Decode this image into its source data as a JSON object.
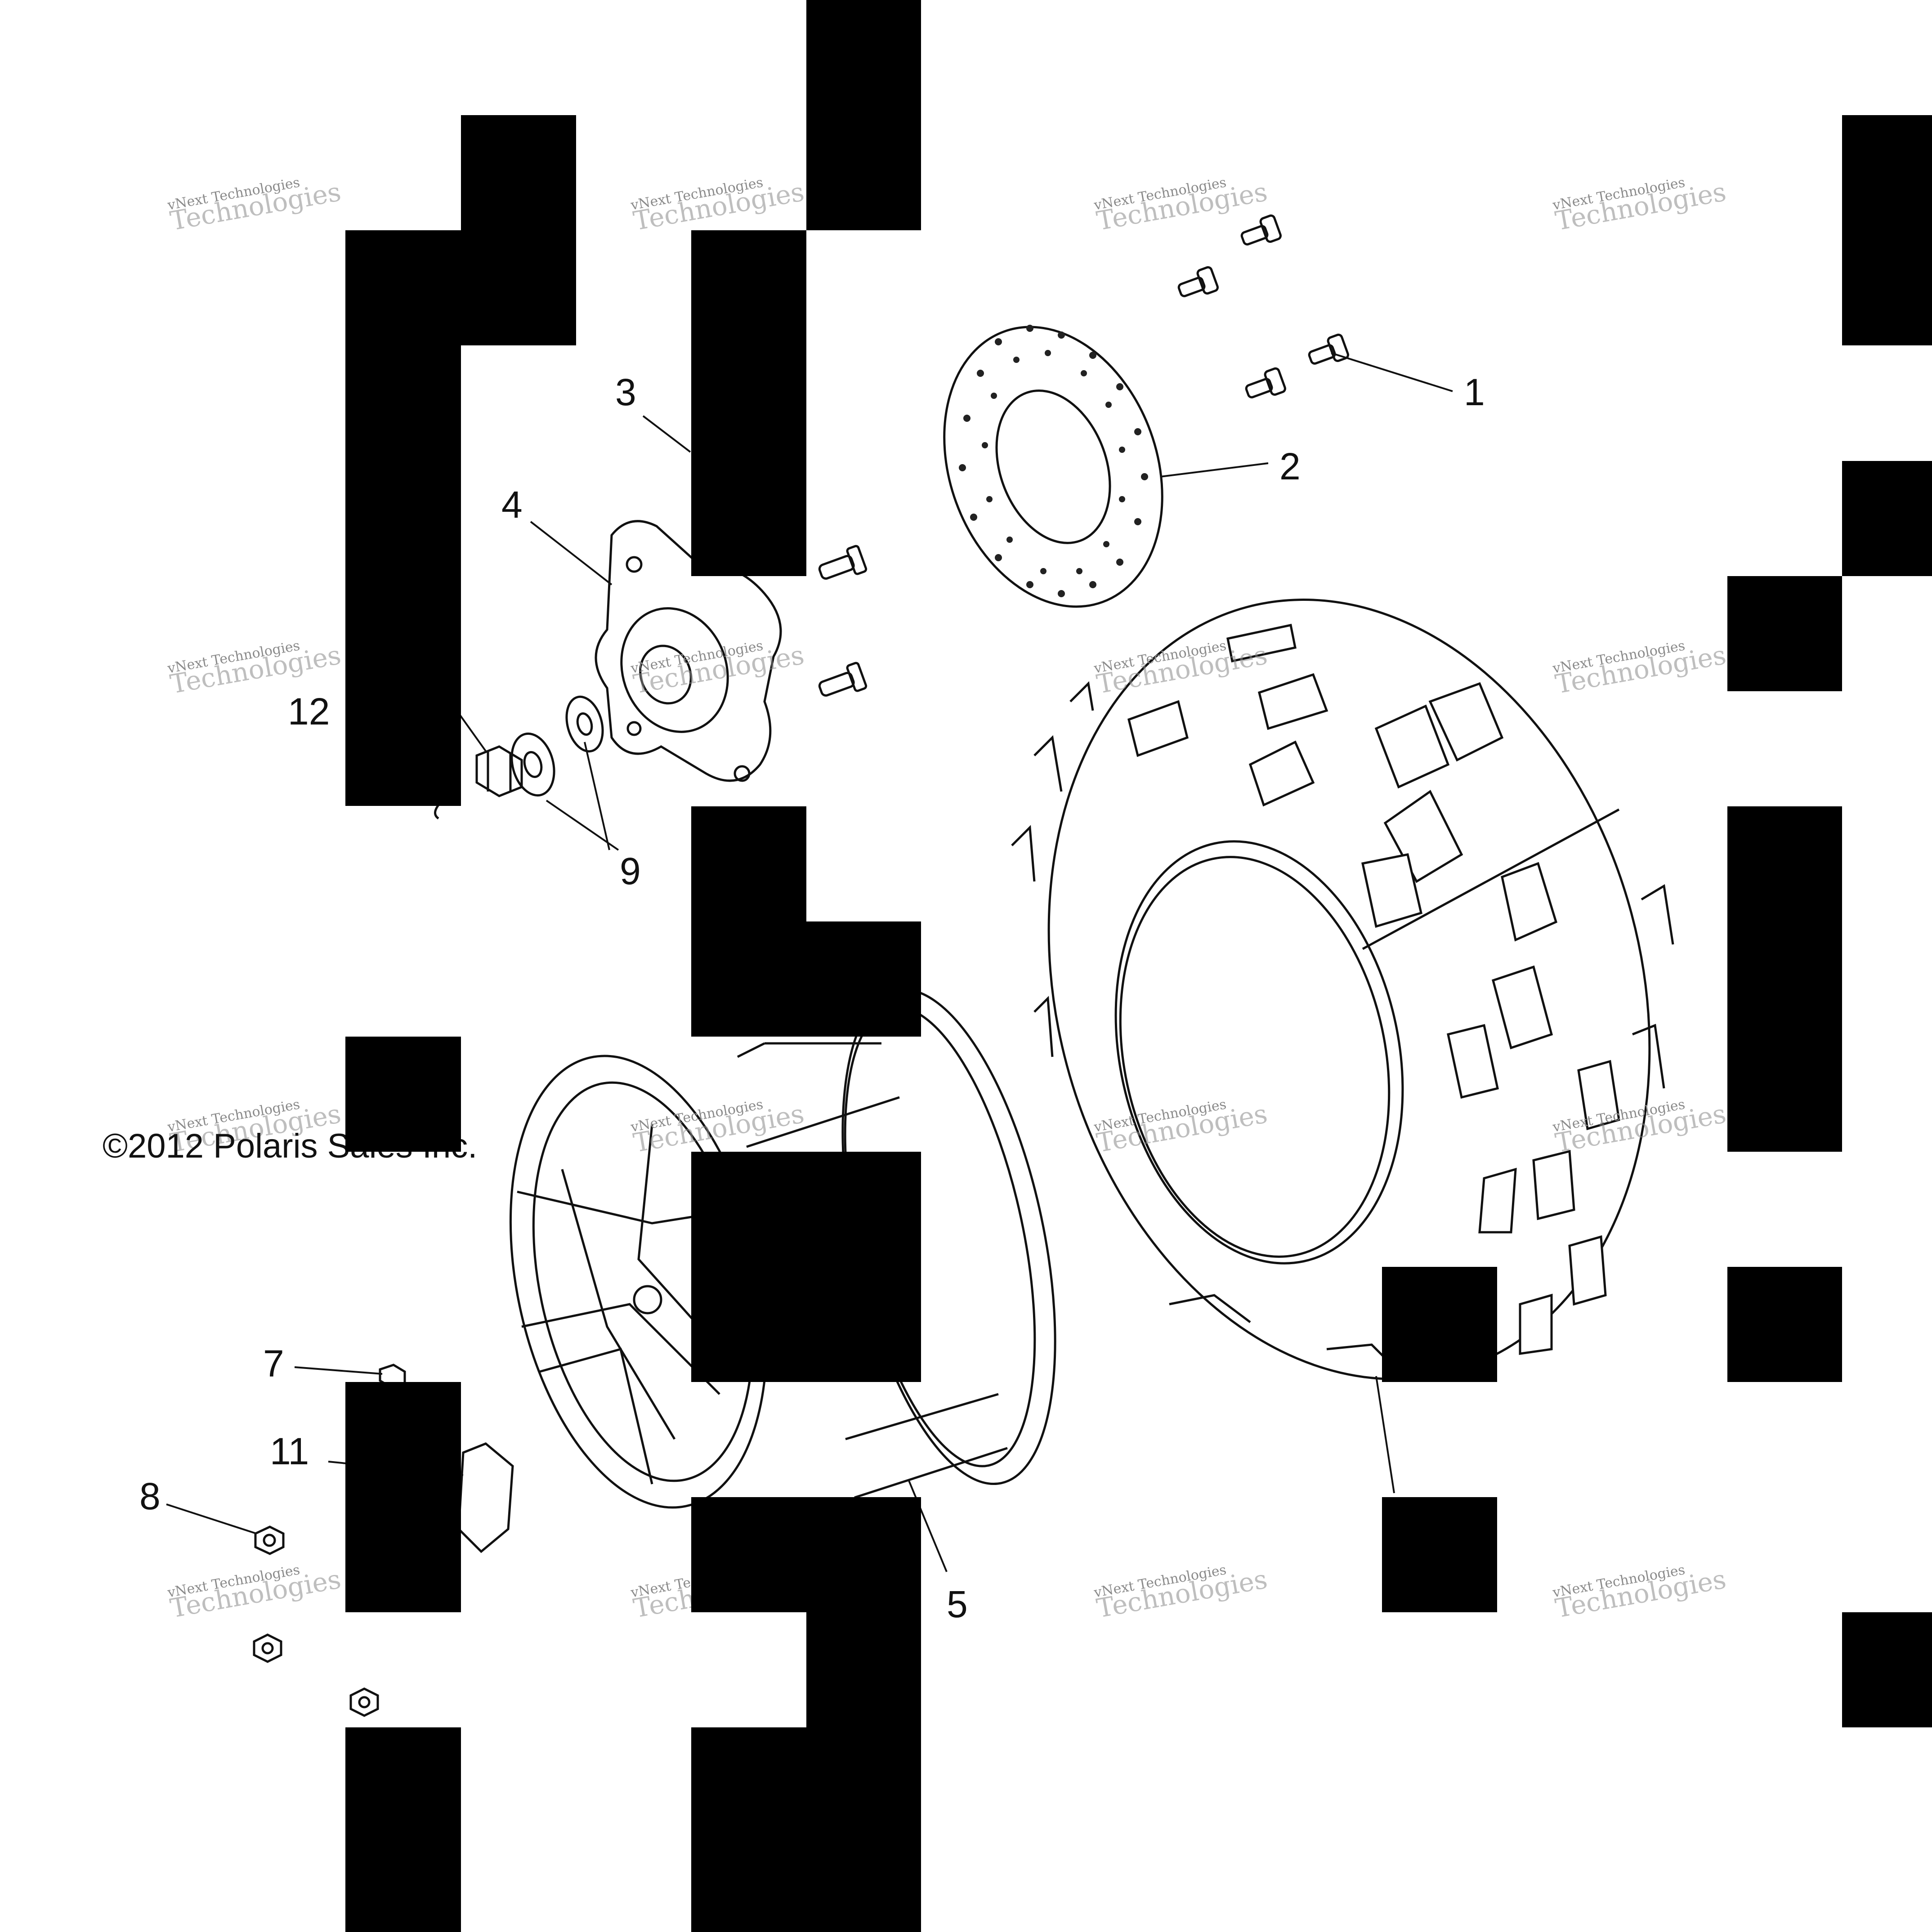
{
  "copyright": "©2012 Polaris Sales Inc.",
  "watermark": {
    "line1": "vNext Technologies",
    "line2": "Technologies"
  },
  "callouts": {
    "c1": "1",
    "c2": "2",
    "c3": "3",
    "c4": "4",
    "c5": "5",
    "c7": "7",
    "c8": "8",
    "c9": "9",
    "c11": "11",
    "c12": "12"
  },
  "colors": {
    "line": "#111111",
    "redaction": "#000000",
    "watermark": "#8a8a8a"
  }
}
